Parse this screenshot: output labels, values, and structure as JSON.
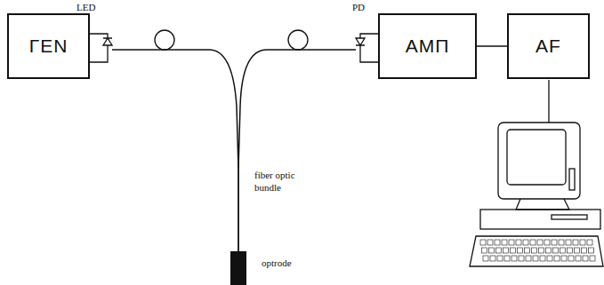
{
  "diagram": {
    "nodes": [
      {
        "text": [
          "ΓEN"
        ]
      },
      {
        "text": [
          "AMΠ"
        ]
      },
      {
        "text": [
          "AF"
        ]
      }
    ],
    "edges": [
      {
        "from": 1,
        "to": 2,
        "arrow": "none"
      }
    ],
    "labels": [
      "LED",
      "PD",
      "fiber optic bundle",
      "optrode"
    ]
  }
}
